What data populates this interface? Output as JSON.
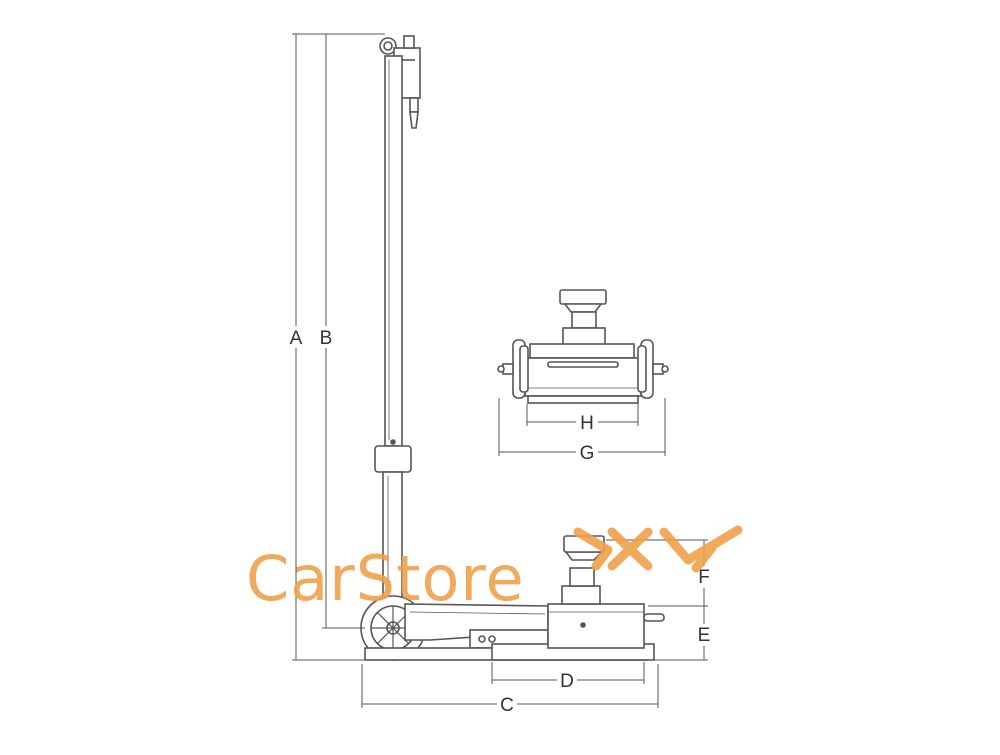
{
  "labels": {
    "a": "A",
    "b": "B",
    "c": "C",
    "d": "D",
    "e": "E",
    "f": "F",
    "g": "G",
    "h": "H"
  },
  "watermark": {
    "text": "CarStore",
    "logo": "4x4",
    "color": "#f0a04b"
  },
  "colors": {
    "line": "#555555",
    "fill": "#ffffff"
  }
}
